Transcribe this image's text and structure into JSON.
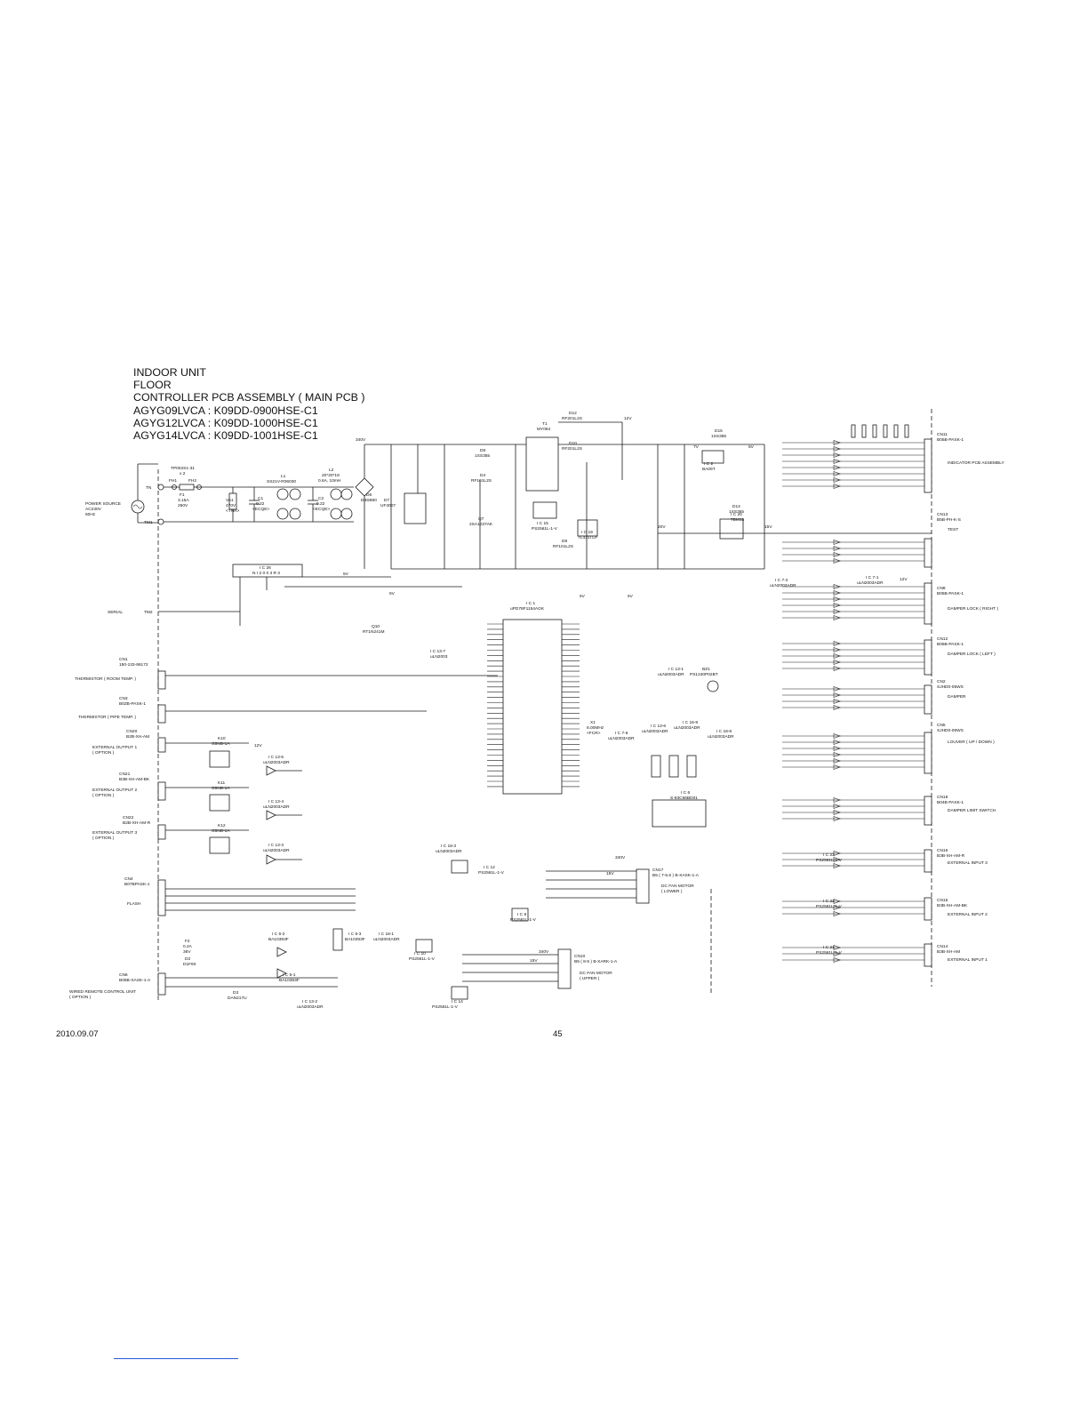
{
  "title": {
    "lines": [
      "INDOOR UNIT",
      "FLOOR",
      "CONTROLLER PCB ASSEMBLY ( MAIN PCB )",
      "AGYG09LVCA : K09DD-0900HSE-C1",
      "AGYG12LVCA : K09DD-1000HSE-C1",
      "AGYG14LVCA : K09DD-1001HSE-C1"
    ]
  },
  "footer": {
    "date": "2010.09.07",
    "page": "45"
  },
  "left_labels": {
    "power_source": [
      "POWER SOURCE",
      "AC230V",
      "50Hz"
    ],
    "tn": "TN",
    "tm1": "TM1",
    "tm2": "TM2",
    "serial": "SERIAL",
    "thermistor_room": "THERMISTOR ( ROOM TEMP. )",
    "thermistor_pipe": "THERMISTOR ( PIPE TEMP. )",
    "ext_out1": [
      "EXTERNAL OUTPUT 1",
      "( OPTION )"
    ],
    "ext_out2": [
      "EXTERNAL OUTPUT 2",
      "( OPTION )"
    ],
    "ext_out3": [
      "EXTERNAL OUTPUT 3",
      "( OPTION )"
    ],
    "flash": "FLASH",
    "wired_remote": [
      "WIRED REMOTE CONTROL UNIT",
      "( OPTION )"
    ]
  },
  "connectors_left": {
    "cn1": [
      "CN1",
      "150-133-86172"
    ],
    "cn3": [
      "CN3",
      "B02B-PASK-1"
    ],
    "cn20": [
      "CN20",
      "B2B-XH-AM"
    ],
    "cn21": [
      "CN21",
      "B3B-XH-AM-BK"
    ],
    "cn22": [
      "CN22",
      "B2B-XH-AM-R"
    ],
    "cn4": [
      "CN4",
      "B07BPASK-1"
    ],
    "cn6": [
      "CN6",
      "B05B-XASK-1-A"
    ]
  },
  "connectors_right": [
    {
      "ref": "CN11",
      "part": "B05B-PASK-1",
      "function": "INDICATOR PCB ASSEMBLY"
    },
    {
      "ref": "CN13",
      "part": "B5B-PH-K-S",
      "function": "TEST"
    },
    {
      "ref": "CN8",
      "part": "B06B-PASK-1",
      "function": "DAMPER LOCK ( RIGHT )"
    },
    {
      "ref": "CN12",
      "part": "B05B-PASK-1",
      "function": "DAMPER LOCK ( LEFT )"
    },
    {
      "ref": "CN2",
      "part": "SJHD0-05WS",
      "function": "DAMPER"
    },
    {
      "ref": "CN5",
      "part": "SJHD0-06WS",
      "function": "LOUVER ( UP / DOWN )"
    },
    {
      "ref": "CN18",
      "part": "B04B-PASK-1",
      "function": "DAMPER LIMIT SWITCH"
    },
    {
      "ref": "CN16",
      "part": "B3B-XH-AM-R",
      "function": "EXTERNAL INPUT 3"
    },
    {
      "ref": "CN15",
      "part": "B3B-XH-AM-BK",
      "function": "EXTERNAL INPUT 2"
    },
    {
      "ref": "CN14",
      "part": "B3B-XH-AM",
      "function": "EXTERNAL INPUT 1"
    }
  ],
  "connectors_center": {
    "cn17": [
      "CN17",
      "B5 ( 7-5.6 ) B-XASK-1-A",
      "DC FAN MOTOR",
      "( LOWER )"
    ],
    "cn10": [
      "CN10",
      "B5 ( 8-5 ) B-XARK-1-A",
      "DC FAN MOTOR",
      "( UPPER )"
    ]
  },
  "components": {
    "t1": [
      "T1",
      "MY064"
    ],
    "ic1": [
      "I C 1",
      "uPD78F1154AGK"
    ],
    "ic2": [
      "I C 2",
      "BA05T"
    ],
    "ic6": [
      "I C 6",
      "S-93C66BD01"
    ],
    "ic15": [
      "I C 15",
      "PS2561L-1-V"
    ],
    "ic19": [
      "I C 19",
      "TL431I LP"
    ],
    "ic20": [
      "I C 20",
      "7BM15"
    ],
    "ic26": [
      "I C 26",
      "N I 2 0 0 3 R 3"
    ],
    "q7": [
      "Q7",
      "2SA1037AK"
    ],
    "q10": [
      "Q10",
      "RT1N241M"
    ],
    "x1": [
      "X1",
      "8.00MHz",
      "<FCR>"
    ],
    "bz1": [
      "BZ1",
      "PS1240P02BT"
    ],
    "d14": [
      "D14",
      "1SS355"
    ],
    "d15": [
      "D15",
      "1SS355"
    ],
    "d6": [
      "D6",
      "D3SB60"
    ],
    "d7": [
      "D7",
      "UF4007"
    ],
    "d12": [
      "D12",
      "RF201L2S"
    ],
    "d10": [
      "D10",
      "RF201L2S"
    ],
    "d9": [
      "D9",
      "RF101L2S"
    ],
    "d4": [
      "D4",
      "RF101L2S"
    ],
    "d8": [
      "D8",
      "1SS355"
    ],
    "l1": [
      "L1",
      "SS21V-R06030"
    ],
    "l2": [
      "L2",
      "20*20*18",
      "0.6A, 10mH"
    ],
    "f1": [
      "F1",
      "3.15A",
      "250V"
    ],
    "va1": [
      "VA1",
      "470V",
      "<TNR>"
    ],
    "c1": [
      "C1",
      "0.22",
      "<ECQE>"
    ],
    "c2": [
      "C2",
      "0.22",
      "<ECQE>"
    ],
    "tp": [
      "TP002S1-31",
      "x 2"
    ],
    "fh": [
      "FH1",
      "FH2"
    ],
    "k10": [
      "K10",
      "G5NB-1A"
    ],
    "k11": [
      "K11",
      "G5NB-1A"
    ],
    "k12": [
      "K12",
      "G5NB-1A"
    ],
    "ic13_5": [
      "I C 13-5",
      "uLN2003ADR"
    ],
    "ic13_4": [
      "I C 13-4",
      "uLN2003ADR"
    ],
    "ic13_3": [
      "I C 13-3",
      "uLN2003ADR"
    ],
    "ic13_7": [
      "I C 13-7",
      "uLN2003"
    ],
    "ic5_2": [
      "I C 5-2",
      "BA10393F"
    ],
    "ic5_3": [
      "I C 5-3",
      "BA10393F"
    ],
    "ic5_1": [
      "I C 5-1",
      "BA10393F"
    ],
    "ic13_2": [
      "I C 13-2",
      "uLN2003ADR"
    ],
    "ic18_1": [
      "I C 18-1",
      "uLN2003ADR"
    ],
    "ic18_3": [
      "I C 18-3",
      "uLN2003ADR"
    ],
    "ic10": [
      "I C 10",
      "PS2561L-1-V"
    ],
    "ic14": [
      "I C 14",
      "PS2561L-1-V"
    ],
    "ic9": [
      "I C 9",
      "PS2561L-1-V"
    ],
    "ic12": [
      "I C 12",
      "PS2561L-1-V"
    ],
    "ic23": [
      "I C 23",
      "PS2561L-1-V"
    ],
    "ic22": [
      "I C 22",
      "PS2561L-1-V"
    ],
    "ic21": [
      "I C 21",
      "PS2561L-1-V"
    ],
    "ic13_6": [
      "I C 13-6",
      "uLN2003ADR"
    ],
    "ic13_1": [
      "I C 13-1",
      "uLN2003ADR"
    ],
    "ic16_9": [
      "I C 16-9",
      "uLN2003ADR"
    ],
    "ic7_6": [
      "I C 7-6",
      "uLN2003ADR"
    ],
    "ic18_8": [
      "I C 18-8",
      "uLN2003ADR"
    ],
    "ic7_1": [
      "I C 7-1",
      "uLN2003ADR"
    ],
    "ic7_2": [
      "I C 7-2",
      "uLN2003ADR"
    ],
    "d3": [
      "D3",
      "DAN217U"
    ],
    "d2": [
      "D2",
      "D1F60"
    ],
    "f2": [
      "F2",
      "0.2A",
      "36V"
    ]
  },
  "rails": {
    "v5": "5V",
    "v12": "12V",
    "v15": "15V",
    "v7": "7V",
    "v20": "20V",
    "v340": "340V"
  }
}
